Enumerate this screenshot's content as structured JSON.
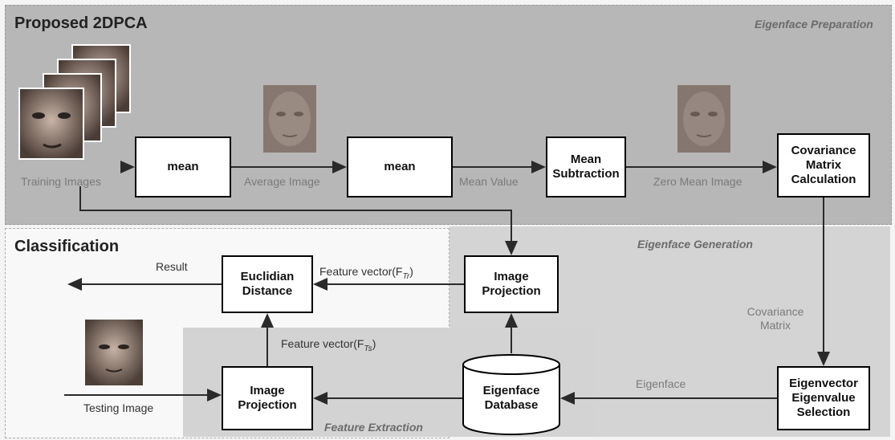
{
  "title": "Proposed 2DPCA",
  "sections": {
    "eigenface_preparation": "Eigenface Preparation",
    "classification": "Classification",
    "eigenface_generation": "Eigenface Generation",
    "feature_extraction": "Feature Extraction"
  },
  "boxes": {
    "mean1": "mean",
    "mean2": "mean",
    "mean_subtraction": "Mean\nSubtraction",
    "covariance_calc": "Covariance\nMatrix\nCalculation",
    "eigen_selection": "Eigenvector\nEigenvalue\nSelection",
    "image_projection_top": "Image\nProjection",
    "euclidian_distance": "Euclidian\nDistance",
    "image_projection_bottom": "Image\nProjection",
    "eigenface_database": "Eigenface\nDatabase"
  },
  "labels": {
    "training_images": "Training  Images",
    "average_image": "Average Image",
    "mean_value": "Mean Value",
    "zero_mean_image": "Zero Mean Image",
    "result": "Result",
    "feature_vector_tr": "Feature vector(F",
    "feature_vector_tr_sub": "Tr",
    "feature_vector_ts": "Feature vector(F",
    "feature_vector_ts_sub": "Ts",
    "covariance_matrix": "Covariance\nMatrix",
    "eigenface": "Eigenface",
    "testing_image": "Testing Image"
  },
  "colors": {
    "top_panel": "#b3b3b3",
    "classification_panel": "#f7f7f7",
    "generation_panel": "#d2d2d2",
    "extraction_panel": "#d0d0d0",
    "face_tone": "#8a7a72"
  }
}
